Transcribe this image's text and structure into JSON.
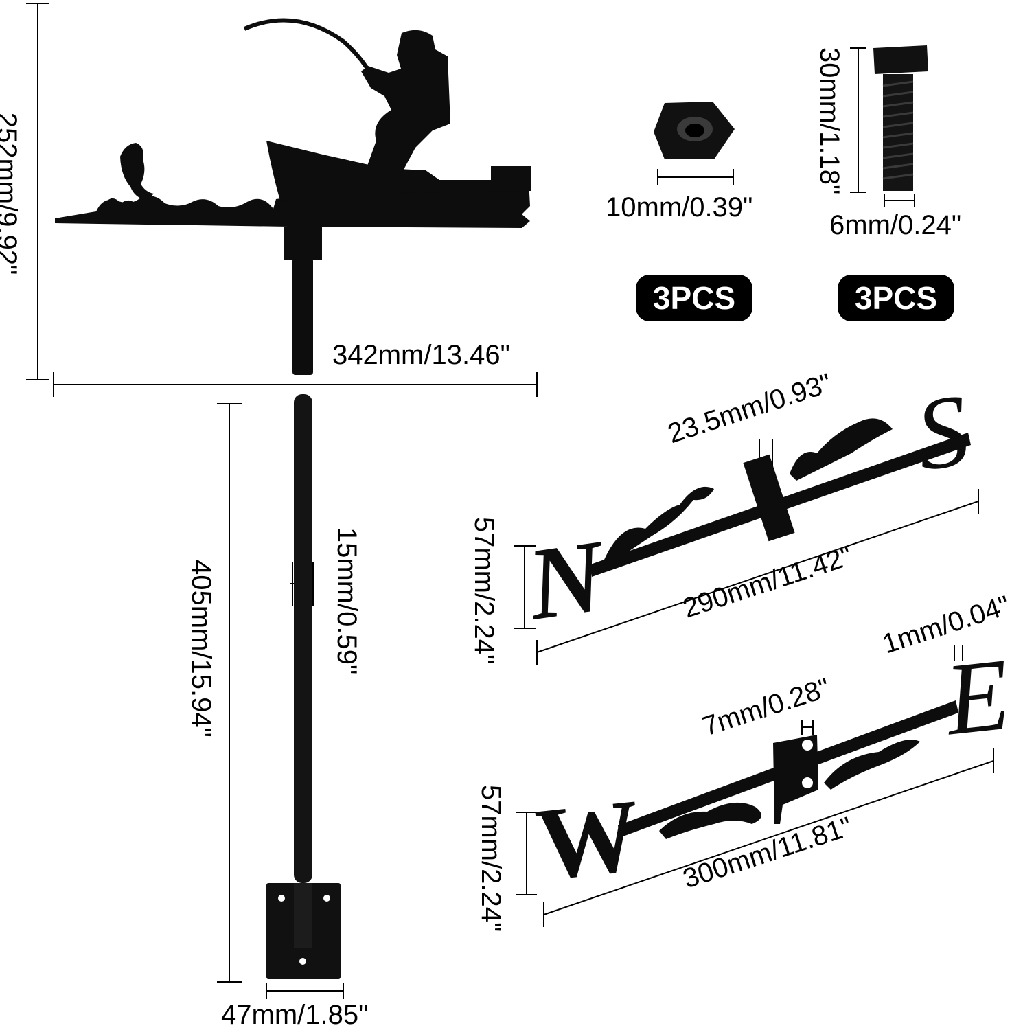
{
  "vane": {
    "height": "252mm/9.92\"",
    "width": "342mm/13.46\""
  },
  "nut": {
    "size": "10mm/0.39\"",
    "quantity": "3PCS"
  },
  "bolt": {
    "length": "30mm/1.18\"",
    "diameter": "6mm/0.24\"",
    "quantity": "3PCS"
  },
  "pole": {
    "length": "405mm/15.94\"",
    "diameter": "15mm/0.59\"",
    "base_width": "47mm/1.85\""
  },
  "ns_arm": {
    "center_width": "23.5mm/0.93\"",
    "letter_height": "57mm/2.24\"",
    "length": "290mm/11.42\"",
    "letters": [
      "N",
      "S"
    ]
  },
  "we_arm": {
    "hole": "7mm/0.28\"",
    "thickness": "1mm/0.04\"",
    "letter_height": "57mm/2.24\"",
    "length": "300mm/11.81\"",
    "letters": [
      "W",
      "E"
    ]
  },
  "colors": {
    "ink": "#000000",
    "metal": "#0d0d0d",
    "background": "#ffffff"
  }
}
